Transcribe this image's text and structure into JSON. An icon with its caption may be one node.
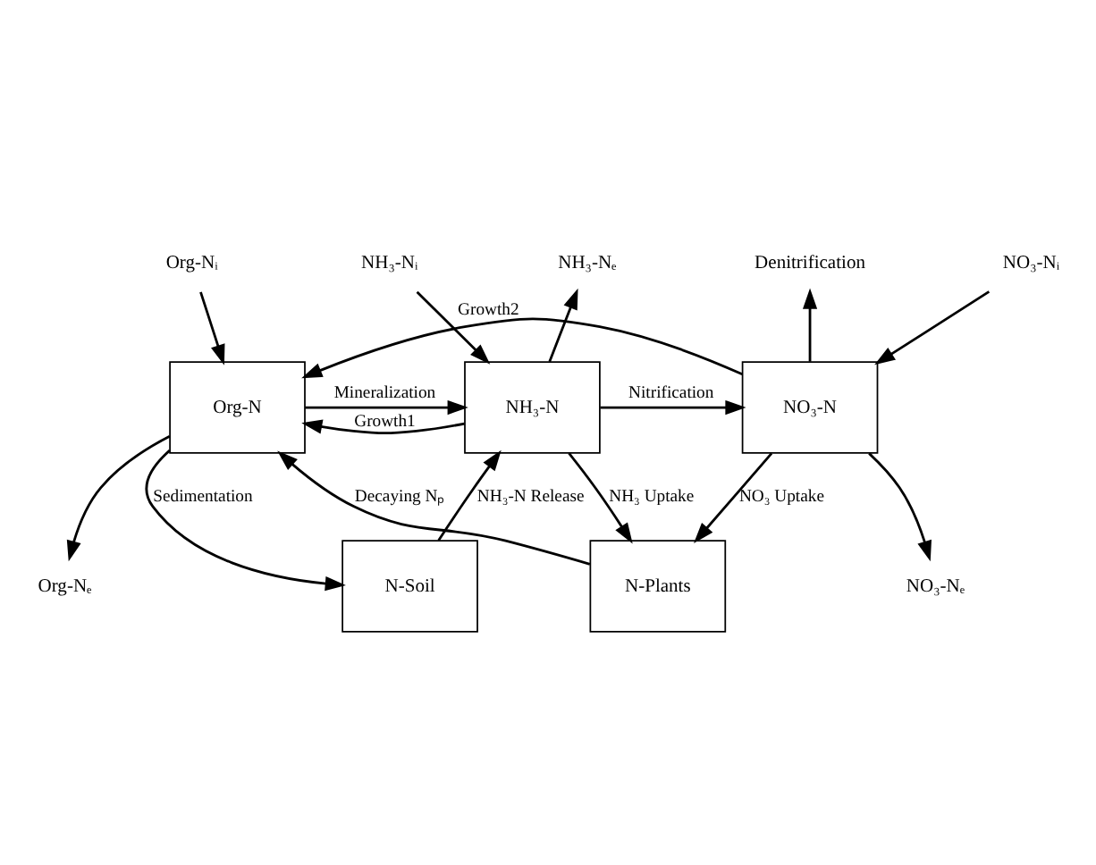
{
  "diagram": {
    "nodes": [
      {
        "text": [
          "Org-Nᵢ"
        ]
      },
      {
        "text": [
          "NH₃-Nᵢ"
        ]
      },
      {
        "text": [
          "NH₃-Nₑ"
        ]
      },
      {
        "text": [
          "Denitrification"
        ]
      },
      {
        "text": [
          "NO₃-Nᵢ"
        ]
      },
      {
        "text": [
          "Org-N"
        ]
      },
      {
        "text": [
          "NH₃-N"
        ]
      },
      {
        "text": [
          "NO₃-N"
        ]
      },
      {
        "text": [
          "Org-Nₑ"
        ]
      },
      {
        "text": [
          "NO₃-Nₑ"
        ]
      },
      {
        "text": [
          "N-Soil"
        ]
      },
      {
        "text": [
          "N-Plants"
        ]
      }
    ],
    "edges": [
      {
        "from": 0,
        "to": 5,
        "arrow": "to"
      },
      {
        "from": 6,
        "to": 5,
        "arrow": "to",
        "label": "Growth1"
      },
      {
        "from": 5,
        "to": 6,
        "arrow": "to",
        "label": "Mineralization"
      },
      {
        "from": 1,
        "to": 6,
        "arrow": "to"
      },
      {
        "from": 6,
        "to": 2,
        "arrow": "to"
      },
      {
        "from": 6,
        "to": 7,
        "arrow": "to",
        "label": "Nitrification"
      },
      {
        "from": 7,
        "to": 3,
        "arrow": "to"
      },
      {
        "from": 4,
        "to": 7,
        "arrow": "to"
      },
      {
        "from": 7,
        "to": 5,
        "arrow": "to",
        "label": "Growth2"
      },
      {
        "from": 5,
        "to": 8,
        "arrow": "to"
      },
      {
        "from": 5,
        "to": 10,
        "arrow": "to",
        "label": "Sedimentation"
      },
      {
        "from": 10,
        "to": 6,
        "arrow": "to",
        "label": "NH₃-N Release"
      },
      {
        "from": 6,
        "to": 11,
        "arrow": "to",
        "label": "NH₃ Uptake"
      },
      {
        "from": 7,
        "to": 9,
        "arrow": "to"
      },
      {
        "from": 7,
        "to": 11,
        "arrow": "to",
        "label": "NO₃ Uptake"
      },
      {
        "from": 11,
        "to": 5,
        "arrow": "to",
        "label": "Decaying Nₚ"
      }
    ]
  }
}
